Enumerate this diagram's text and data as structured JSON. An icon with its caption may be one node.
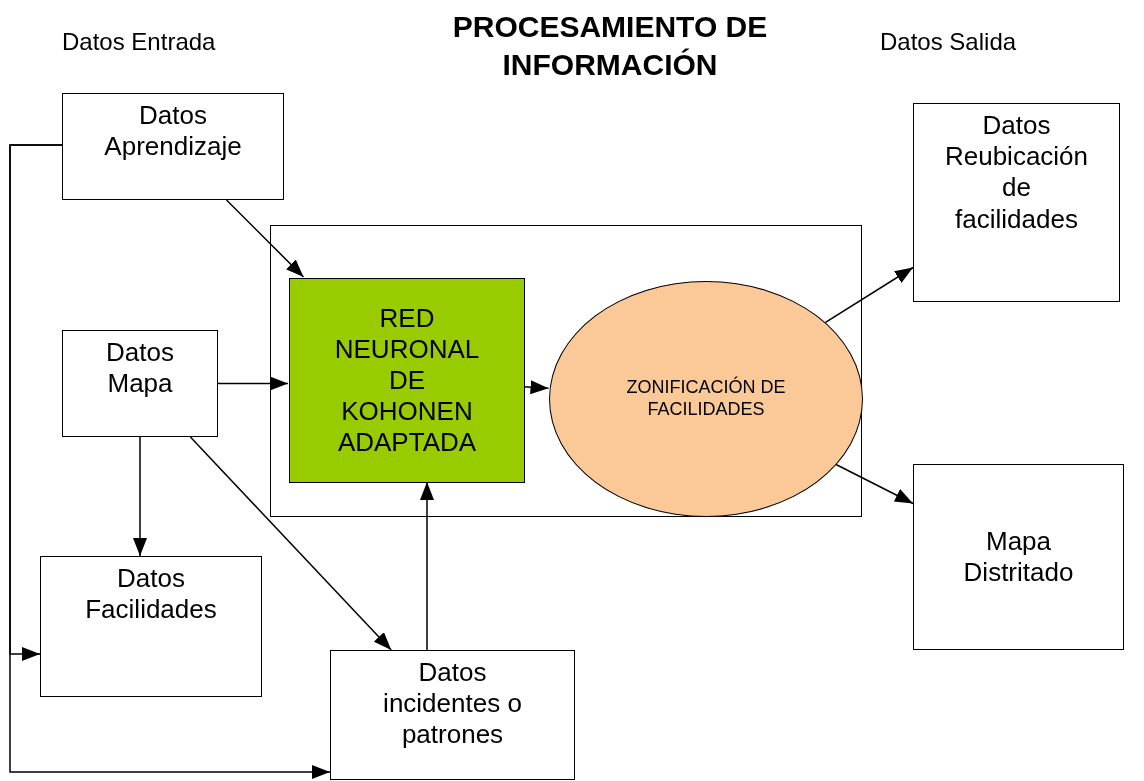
{
  "diagram": {
    "title": "PROCESAMIENTO DE INFORMACIÓN",
    "nodes": [
      {
        "text": [
          "Datos Aprendizaje"
        ]
      },
      {
        "text": [],
        "shape": "box"
      },
      {
        "text": [
          "RED NEURONAL DE KOHONEN ADAPTADA"
        ],
        "in": 1
      },
      {
        "text": [
          "ZONIFICACIÓN DE FACILIDADES"
        ],
        "in": 1
      },
      {
        "text": [
          "Datos Mapa"
        ]
      },
      {
        "text": [
          "Datos Facilidades"
        ]
      },
      {
        "text": [
          "Datos incidentes o patrones"
        ]
      },
      {
        "text": [
          "Datos Reubicación de facilidades"
        ]
      },
      {
        "text": [
          "Mapa Distritado"
        ]
      }
    ],
    "edges": [
      {
        "from": 0,
        "to": 2,
        "arrow": "to"
      },
      {
        "from": 4,
        "to": 2,
        "arrow": "to"
      },
      {
        "from": 2,
        "to": 3,
        "arrow": "to"
      },
      {
        "from": 3,
        "to": 7,
        "arrow": "to"
      },
      {
        "from": 3,
        "to": 8,
        "arrow": "to"
      },
      {
        "from": 4,
        "to": 5,
        "arrow": "to"
      },
      {
        "from": 4,
        "to": 6,
        "arrow": "to"
      },
      {
        "from": 6,
        "to": 2,
        "arrow": "to"
      },
      {
        "from": 0,
        "to": 5,
        "arrow": "to"
      },
      {
        "from": 0,
        "to": 6,
        "arrow": "to"
      }
    ],
    "labels": [
      "Datos Entrada",
      "Datos Salida"
    ]
  }
}
